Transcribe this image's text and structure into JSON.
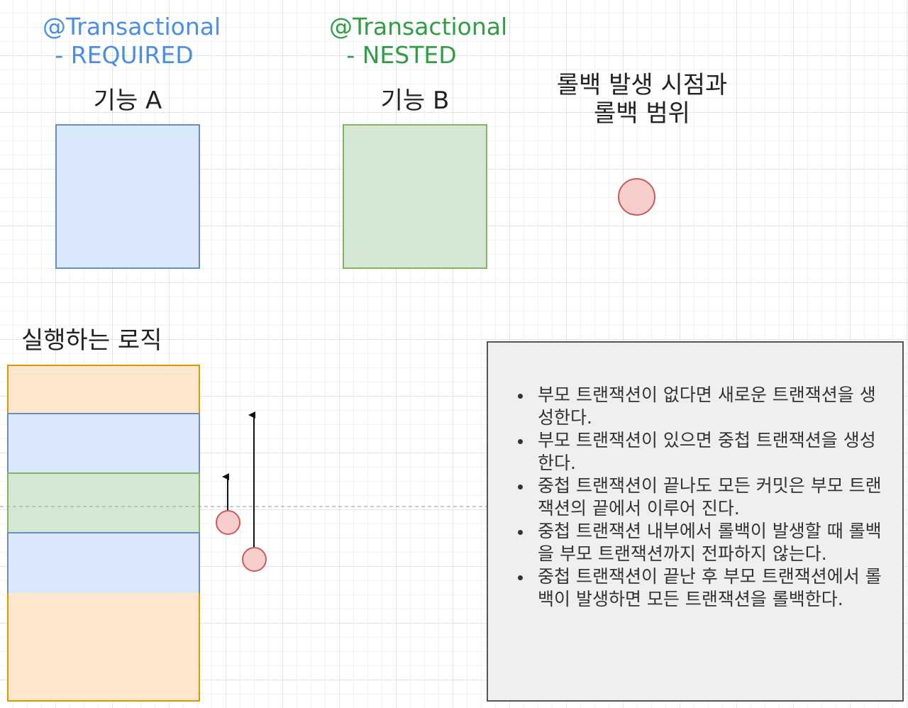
{
  "annotations": {
    "required": {
      "line1": "@Transactional",
      "line2": "- REQUIRED"
    },
    "nested": {
      "line1": "@Transactional",
      "line2": "- NESTED"
    }
  },
  "labels": {
    "feature_a": "기능 A",
    "feature_b": "기능 B",
    "rollback_title_line1": "롤백 발생 시점과",
    "rollback_title_line2": "롤백 범위",
    "logic_title": "실행하는 로직"
  },
  "notes": [
    "부모 트랜잭션이 없다면 새로운 트랜잭션을 생성한다.",
    "부모 트랜잭션이 있으면 중첩 트랜잭션을 생성한다.",
    "중첩 트랜잭션이 끝나도 모든 커밋은 부모 트랜잭션의 끝에서 이루어 진다.",
    "중첩 트랜잭션 내부에서 롤백이 발생할 때 롤백을 부모 트랜잭션까지 전파하지 않는다.",
    "중첩 트랜잭션이 끝난 후 부모 트랜잭션에서 롤백이 발생하면 모든 트랜잭션을 롤백한다."
  ],
  "colors": {
    "blue_fill": "#dae8fc",
    "blue_stroke": "#6c8ebf",
    "green_fill": "#d5e8d4",
    "green_stroke": "#82b366",
    "orange_fill": "#ffe6cc",
    "orange_stroke": "#d79b00",
    "red_fill": "#f8cecc",
    "red_stroke": "#b85450"
  }
}
